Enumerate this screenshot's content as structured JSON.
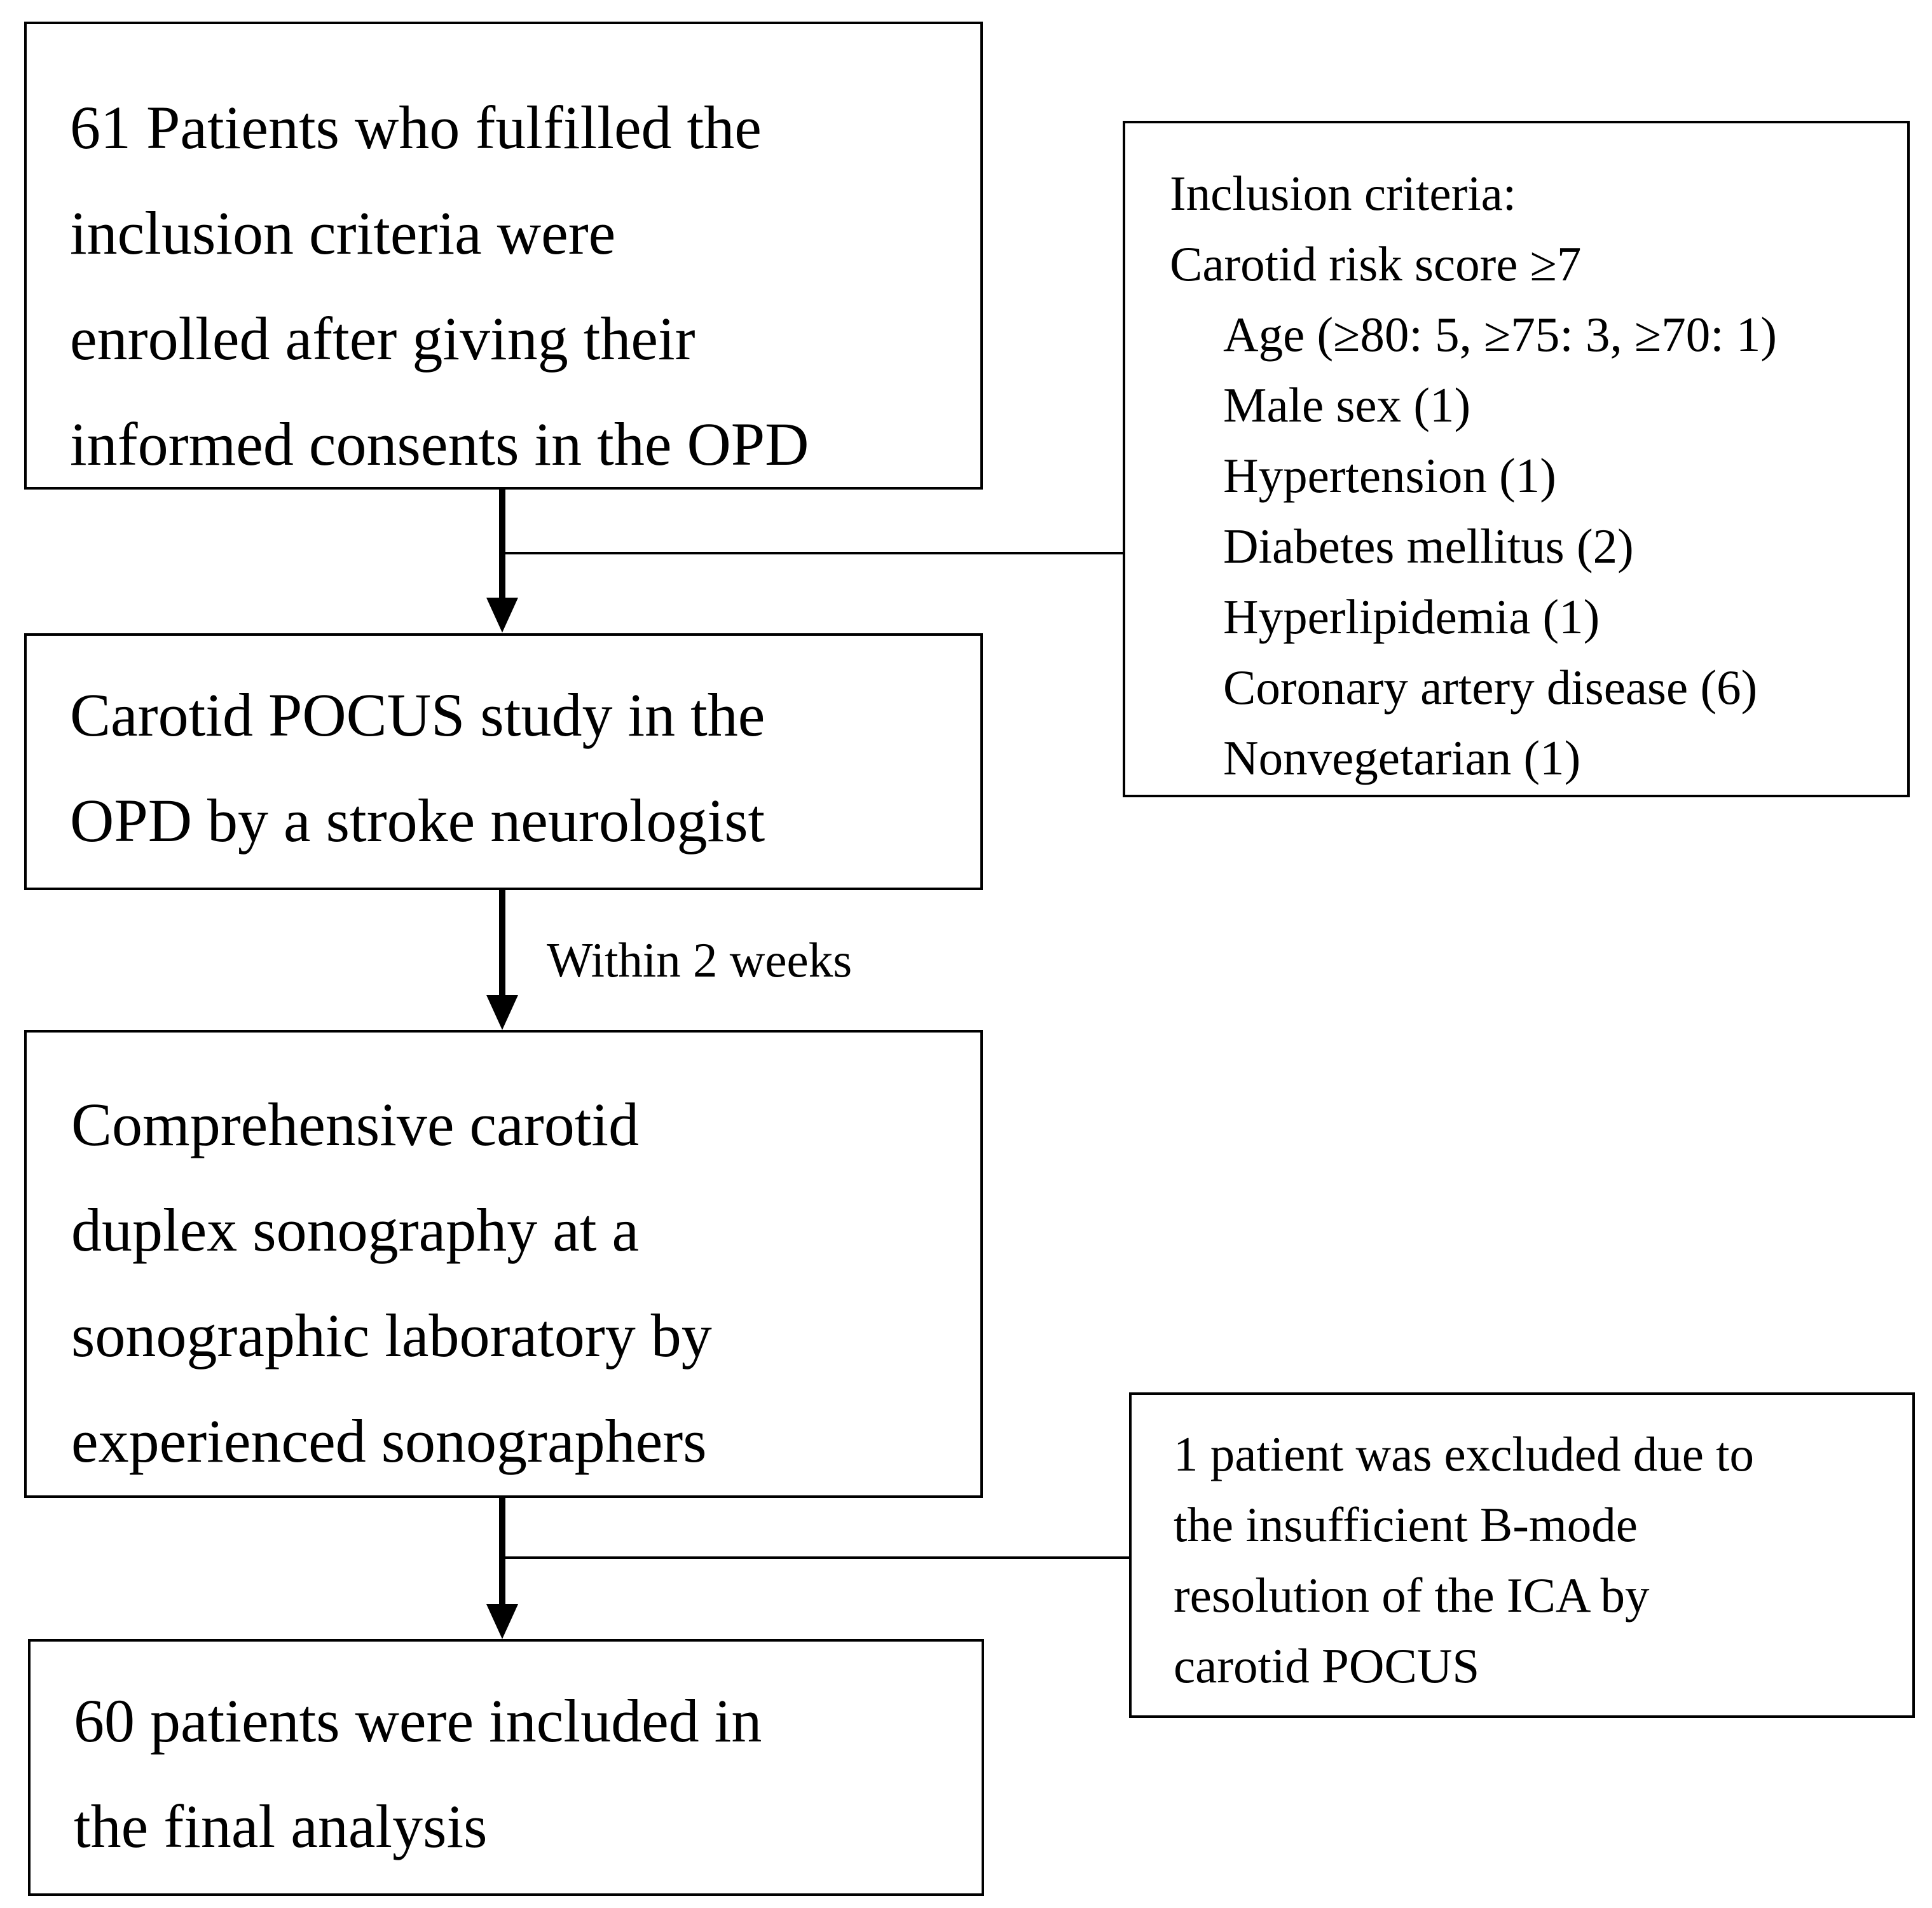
{
  "flowchart": {
    "box_enrolled": {
      "lines": [
        "61 Patients who fulfilled the",
        "inclusion criteria were",
        "enrolled after giving their",
        "informed consents in the OPD"
      ]
    },
    "box_inclusion": {
      "heading": "Inclusion criteria:",
      "score_line": "Carotid risk score ≥7",
      "items": [
        "Age (≥80: 5, ≥75: 3, ≥70: 1)",
        "Male sex (1)",
        "Hypertension (1)",
        "Diabetes mellitus (2)",
        "Hyperlipidemia (1)",
        "Coronary artery disease (6)",
        "Nonvegetarian (1)"
      ]
    },
    "box_pocus": {
      "lines": [
        "Carotid POCUS study in the",
        "OPD by a stroke neurologist"
      ]
    },
    "edge_label": "Within 2 weeks",
    "box_duplex": {
      "lines": [
        "Comprehensive carotid",
        "duplex sonography at a",
        "sonographic laboratory by",
        "experienced sonographers"
      ]
    },
    "box_excluded": {
      "lines": [
        "1 patient was excluded due to",
        "the insufficient B-mode",
        "resolution of the ICA by",
        "carotid POCUS"
      ]
    },
    "box_final": {
      "lines": [
        "60 patients were included in",
        "the final analysis"
      ]
    }
  }
}
